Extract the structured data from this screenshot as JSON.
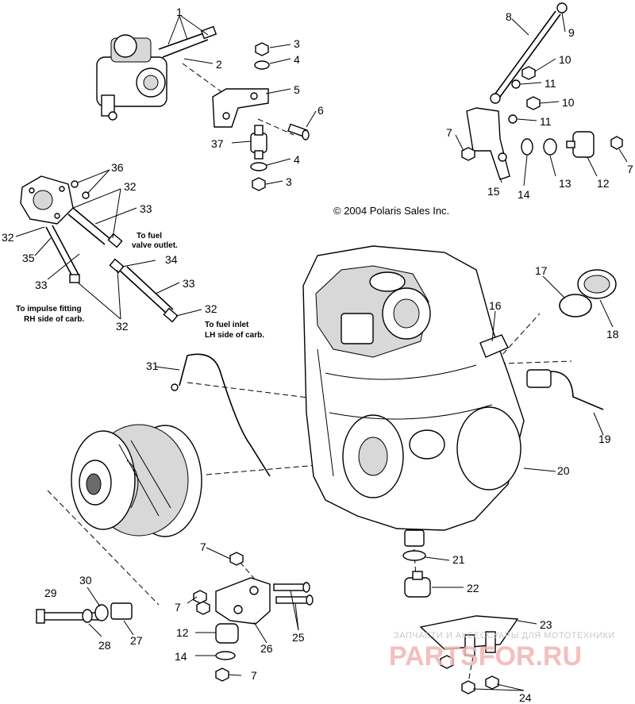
{
  "copyright": "© 2004 Polaris Sales Inc.",
  "watermark": {
    "line1": "ЗАПЧАСТИ И АКСЕССУАРЫ ДЛЯ МОТОТЕХНИКИ",
    "line2": "PARTSFOR.RU",
    "color": "#f2b5b5"
  },
  "notes": {
    "fuel_valve_1": "To fuel",
    "fuel_valve_2": "valve outlet.",
    "impulse_1": "To impulse fitting",
    "impulse_2": "RH side of carb.",
    "inlet_1": "To fuel inlet",
    "inlet_2": "LH side of carb."
  },
  "callouts": [
    "1",
    "2",
    "3",
    "4",
    "5",
    "6",
    "37",
    "4",
    "3",
    "8",
    "9",
    "10",
    "11",
    "10",
    "11",
    "7",
    "7",
    "15",
    "14",
    "13",
    "12",
    "36",
    "32",
    "33",
    "32",
    "35",
    "33",
    "34",
    "33",
    "32",
    "32",
    "17",
    "18",
    "16",
    "31",
    "19",
    "20",
    "7",
    "21",
    "22",
    "30",
    "29",
    "28",
    "27",
    "7",
    "12",
    "14",
    "7",
    "26",
    "25",
    "23",
    "24"
  ]
}
